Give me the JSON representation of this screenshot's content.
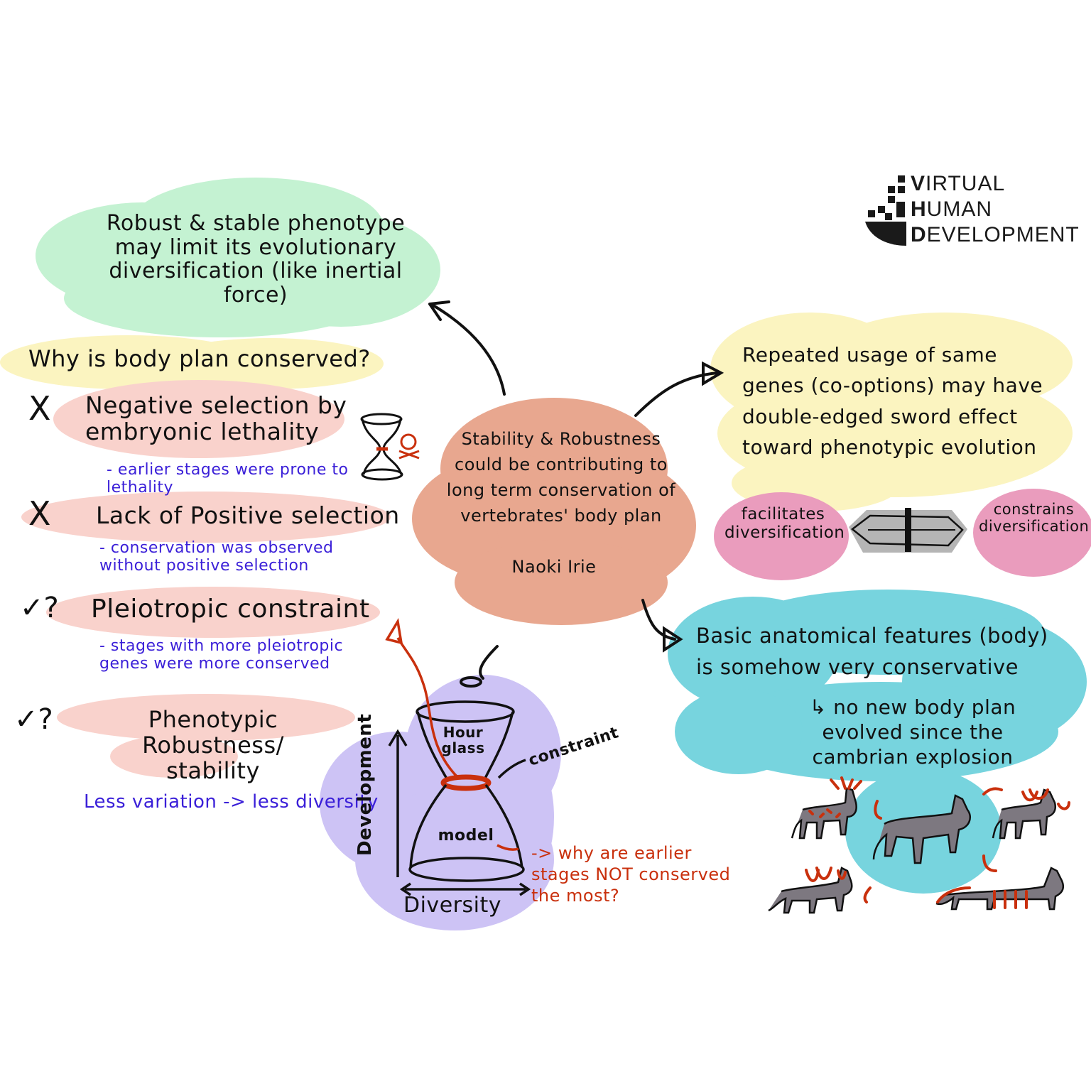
{
  "logo": {
    "line1_initial": "V",
    "line1_rest": "IRTUAL",
    "line2_initial": "H",
    "line2_rest": "UMAN",
    "line3_initial": "D",
    "line3_rest": "EVELOPMENT"
  },
  "top_green": {
    "text": "Robust & stable phenotype\nmay limit its evolutionary\ndiversification (like inertial\nforce)"
  },
  "question": "Why is body plan conserved?",
  "hypotheses": [
    {
      "mark": "X",
      "title": "Negative selection by\nembryonic lethality",
      "note": "- earlier stages were prone to\nlethality"
    },
    {
      "mark": "X",
      "title": "Lack of Positive selection",
      "note": "- conservation was observed\nwithout positive selection"
    },
    {
      "mark": "✓?",
      "title": "Pleiotropic constraint",
      "note": "- stages with more pleiotropic\ngenes were more conserved"
    },
    {
      "mark": "✓?",
      "title": "Phenotypic Robustness/\nstability",
      "note": "Less variation -> less diversity"
    }
  ],
  "center": {
    "text": "Stability & Robustness\ncould be contributing to\nlong term conservation of\nvertebrates' body plan",
    "author": "Naoki Irie"
  },
  "right_yellow": {
    "text": "Repeated usage of same\ngenes (co-options) may have\ndouble-edged sword effect\ntoward phenotypic evolution",
    "left_pink": "facilitates\ndiversification",
    "right_pink": "constrains\ndiversification"
  },
  "right_cyan": {
    "text": "Basic anatomical features (body)\nis somehow very conservative",
    "subtext": "↳ no new body plan\nevolved since the\ncambrian explosion"
  },
  "hourglass": {
    "top_label": "Hour\nglass",
    "mid_label": "model",
    "constraint_label": "constraint",
    "y_axis": "Development",
    "x_axis": "Diversity",
    "question": "-> why are earlier\nstages NOT conserved\nthe most?"
  },
  "colors": {
    "green_blob": "#c4f2d2",
    "yellow_blob": "#fbf4c0",
    "pink_blob": "#f9d2cc",
    "salmon_blob": "#e8a78f",
    "lavender_blob": "#cdc3f5",
    "cyan_blob": "#77d4de",
    "magenta_blob": "#ea9cbd",
    "blue_ink": "#3a1fd8",
    "red_ink": "#c9300d",
    "animal_gray": "#7d7880"
  }
}
